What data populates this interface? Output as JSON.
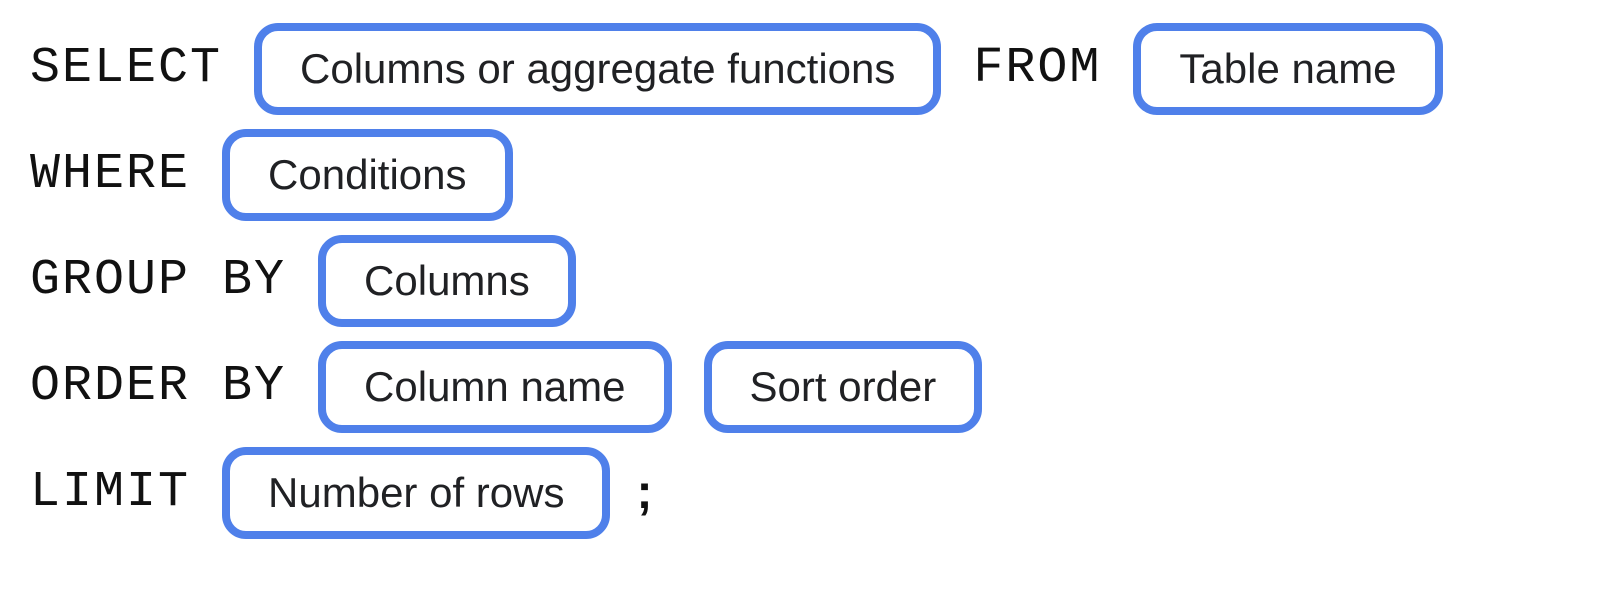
{
  "colors": {
    "accent": "#4f80ea",
    "keyword": "#111111",
    "label": "#202124",
    "background": "#ffffff"
  },
  "diagram": {
    "clauses": {
      "select": {
        "keyword": "SELECT",
        "placeholder": "Columns or aggregate functions"
      },
      "from": {
        "keyword": "FROM",
        "placeholder": "Table name"
      },
      "where": {
        "keyword": "WHERE",
        "placeholder": "Conditions"
      },
      "group_by": {
        "keyword": "GROUP BY",
        "placeholder": "Columns"
      },
      "order_by": {
        "keyword": "ORDER BY",
        "column_placeholder": "Column name",
        "sort_placeholder": "Sort order"
      },
      "limit": {
        "keyword": "LIMIT",
        "placeholder": "Number of rows",
        "terminator": ";"
      }
    }
  }
}
